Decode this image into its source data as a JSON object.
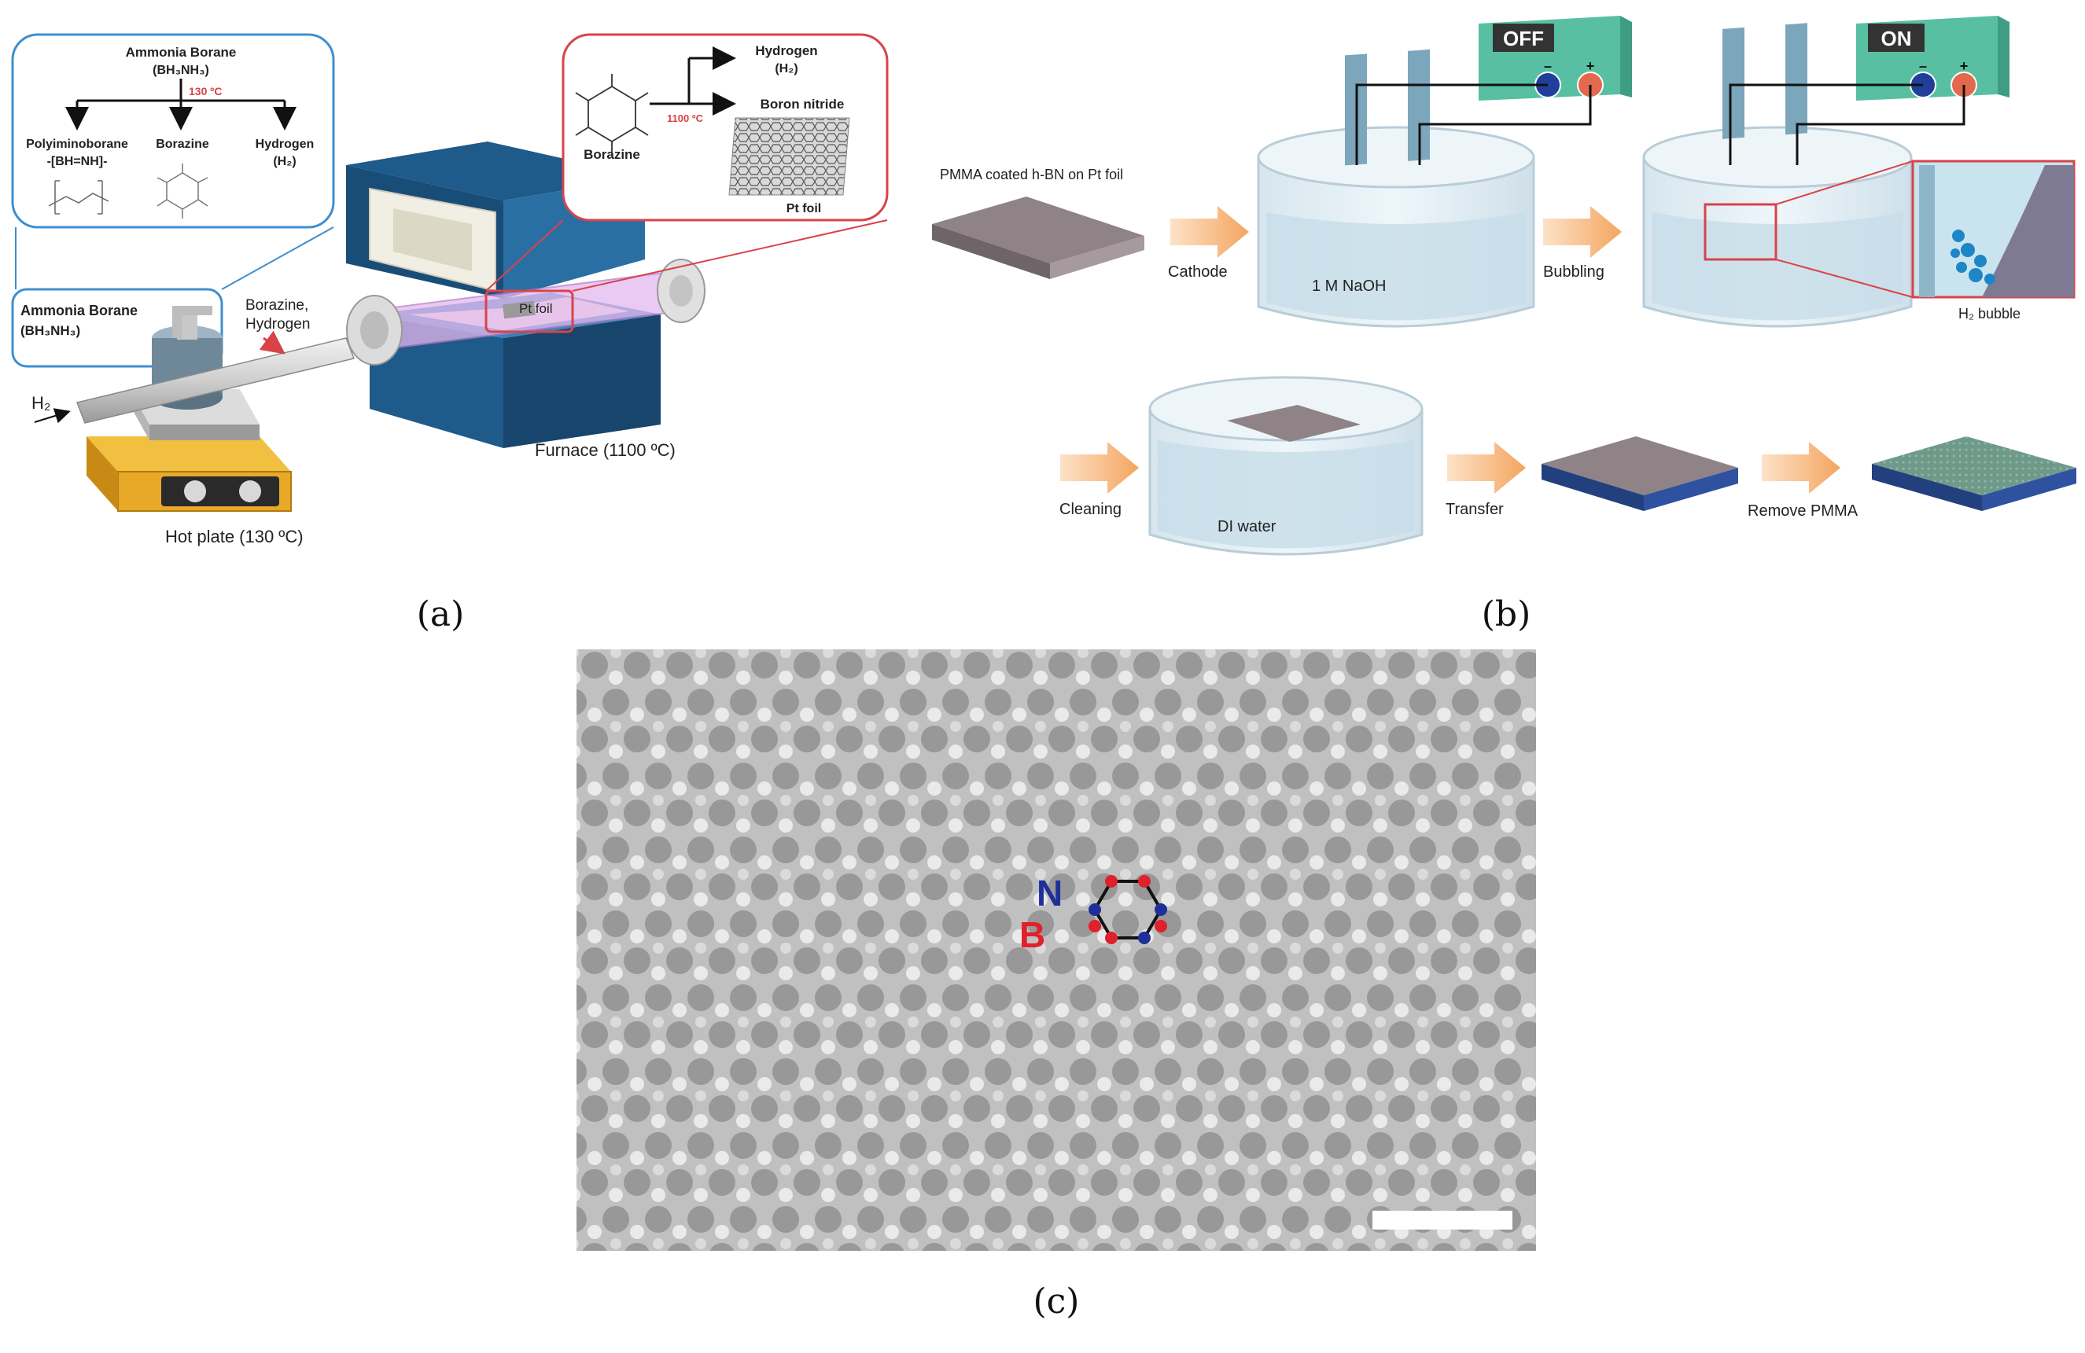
{
  "panel_a": {
    "caption": "(a)",
    "stage1_box": {
      "title": "Ammonia Borane",
      "formula": "(BH₃NH₃)",
      "temp": "130 ºC",
      "products": [
        {
          "name": "Polyiminoborane",
          "formula": "-[BH=NH]-"
        },
        {
          "name": "Borazine",
          "formula": ""
        },
        {
          "name": "Hydrogen",
          "formula": "(H₂)"
        }
      ]
    },
    "stage2_box": {
      "reactant": "Borazine",
      "temp": "1100 ºC",
      "product1": "Hydrogen",
      "product1_formula": "(H₂)",
      "product2": "Boron nitride",
      "substrate": "Pt foil"
    },
    "source_label": "Ammonia Borane",
    "source_formula": "(BH₃NH₃)",
    "gas_flow": "Borazine,",
    "gas_flow2": "Hydrogen",
    "carrier_gas": "H₂",
    "foil_label": "Pt foil",
    "furnace_label": "Furnace (1100 ºC)",
    "hotplate_label": "Hot plate (130 ºC)",
    "colors": {
      "box_blue": "#3d8fd0",
      "box_red": "#d8434a",
      "furnace": "#1e5a8a",
      "hotplate": "#e8a928"
    }
  },
  "panel_b": {
    "caption": "(b)",
    "sample_label": "PMMA coated h-BN on Pt foil",
    "step_cathode": "Cathode",
    "step_bubbling": "Bubbling",
    "step_cleaning": "Cleaning",
    "step_transfer": "Transfer",
    "step_remove": "Remove PMMA",
    "solution": "1 M NaOH",
    "water": "DI water",
    "bubble_label": "H₂ bubble",
    "power_off": "OFF",
    "power_on": "ON",
    "minus": "–",
    "plus": "+",
    "colors": {
      "arrow": "#f5b47a",
      "power_box": "#58bfa2",
      "pmma": "#8f8388",
      "substrate": "#23407e",
      "hbn": "#6f9a8a"
    }
  },
  "panel_c": {
    "caption": "(c)",
    "atom_n": "N",
    "atom_b": "B",
    "colors": {
      "n": "#1f2f9a",
      "b": "#e0202a"
    }
  }
}
